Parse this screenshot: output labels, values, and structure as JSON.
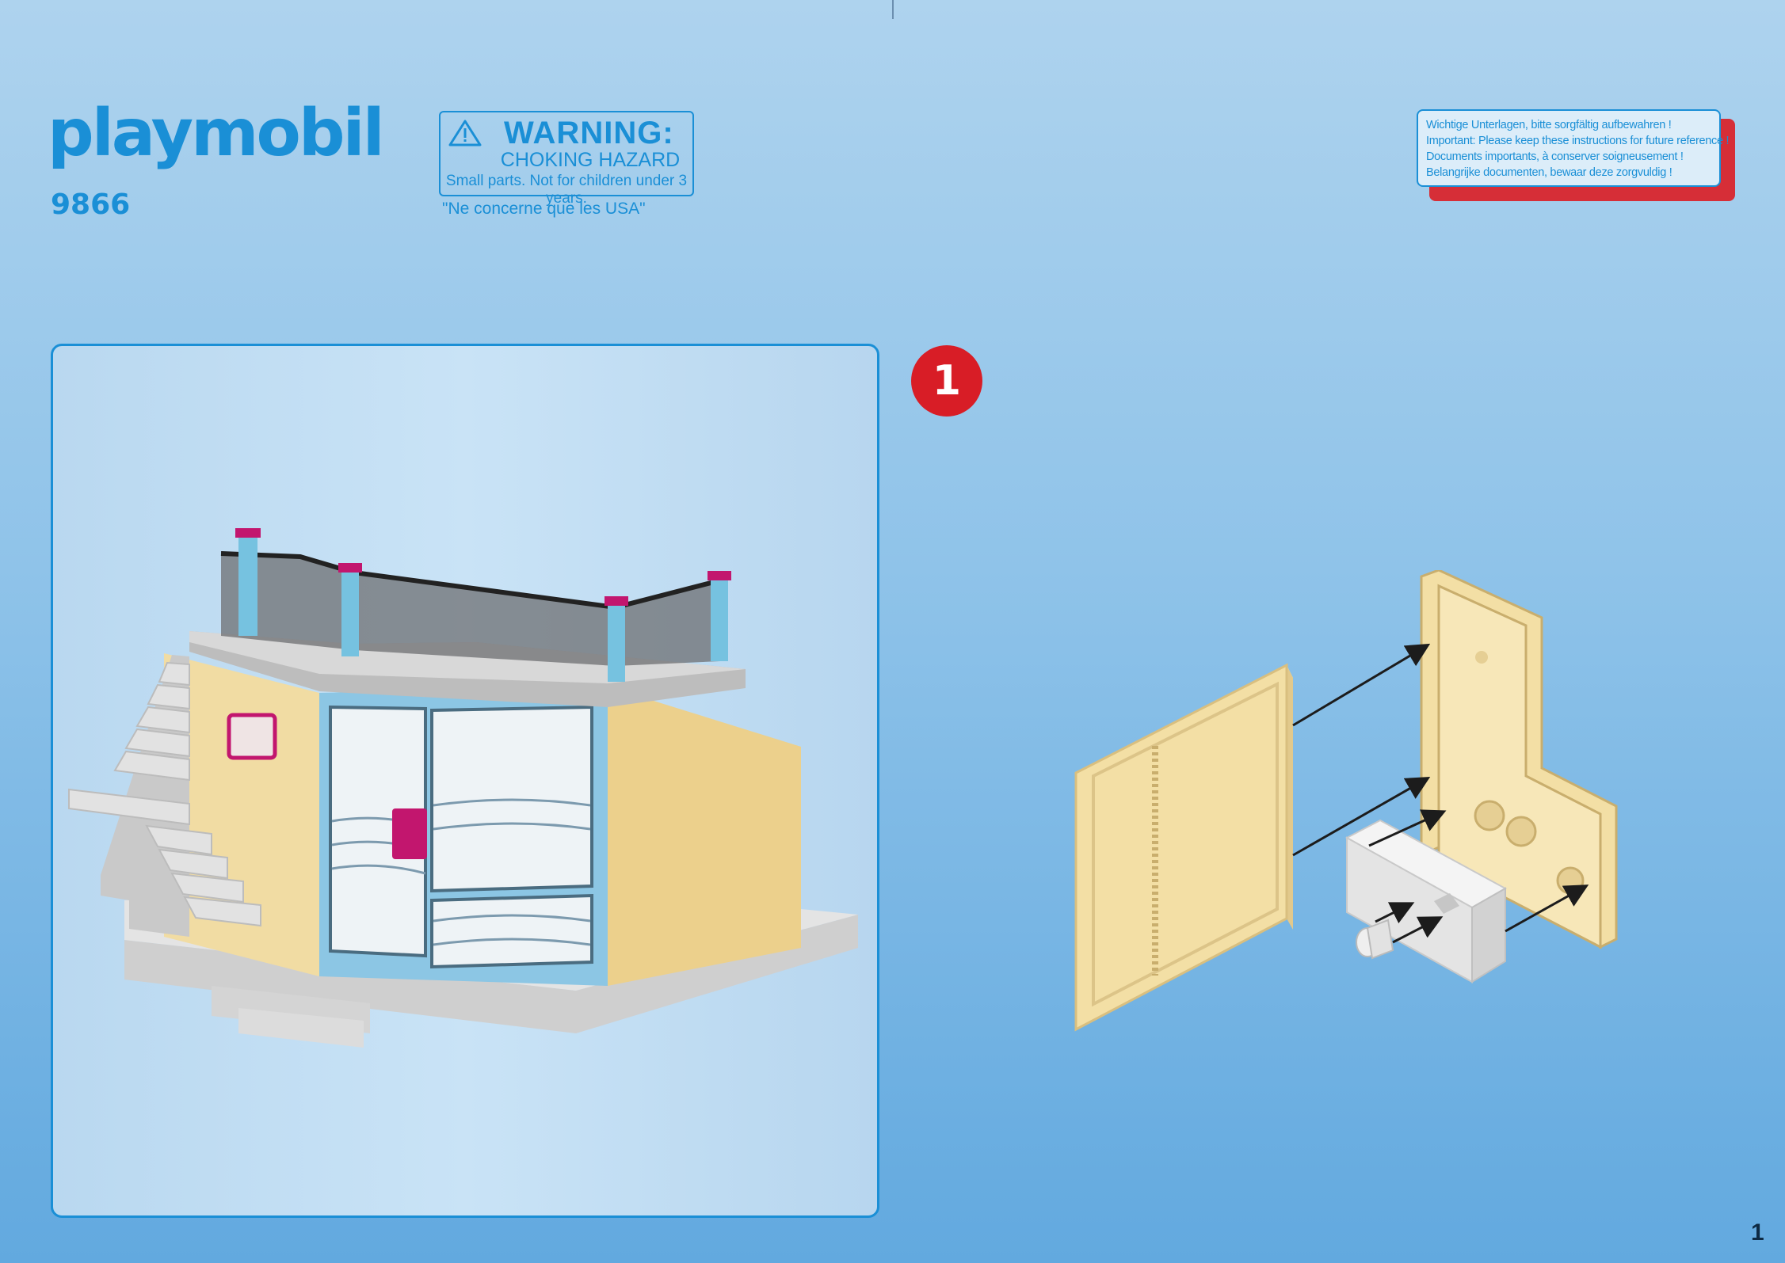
{
  "brand": {
    "logo_text": "playmobil",
    "set_number": "9866"
  },
  "warning": {
    "title": "WARNING:",
    "subtitle": "CHOKING HAZARD",
    "text": "Small parts. Not for children under 3 years.",
    "note": "\"Ne concerne que les USA\""
  },
  "keep_notice": {
    "lines": [
      "Wichtige Unterlagen, bitte sorgfältig aufbewahren !",
      "Important: Please keep these instructions for future reference !",
      "Documents importants, à conserver soigneusement !",
      "Belangrijke documenten, bewaar deze zorgvuldig !"
    ]
  },
  "step": {
    "number": "1"
  },
  "page": {
    "number": "1"
  },
  "colors": {
    "playmobil_blue": "#1a8fd6",
    "step_red": "#d81d26",
    "wall_beige": "#f1dca3",
    "accent_magenta": "#c2166e"
  }
}
